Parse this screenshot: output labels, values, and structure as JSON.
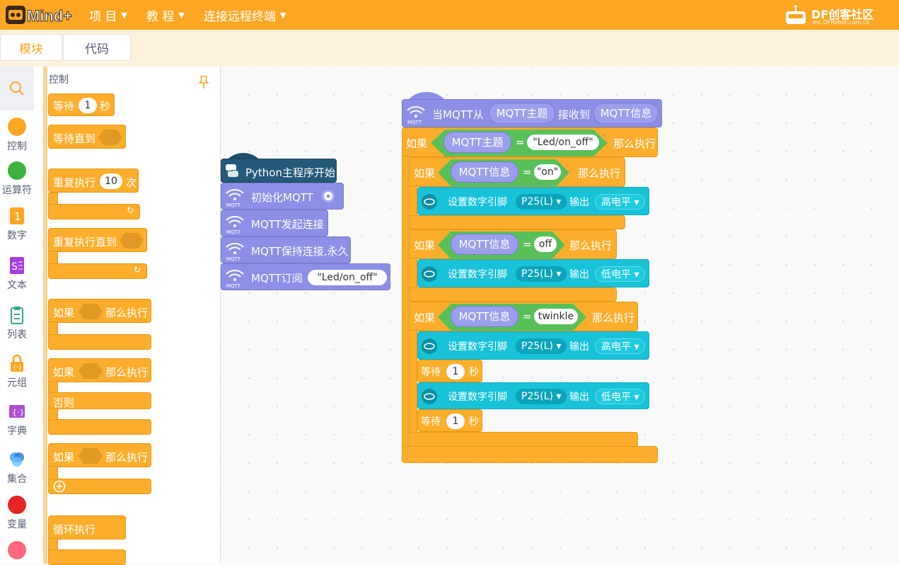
{
  "topbar": {
    "logo_text": "Mind+",
    "menu": [
      {
        "label": "项 目"
      },
      {
        "label": "教 程"
      },
      {
        "label": "连接远程终端"
      }
    ],
    "brand": {
      "name": "DF创客社区",
      "url": "mc.DFRobot.com.cn"
    }
  },
  "tabs": [
    {
      "label": "模块"
    },
    {
      "label": "代码"
    }
  ],
  "categories": [
    {
      "label": "控制",
      "color": "#fca623"
    },
    {
      "label": "运算符",
      "color": "#3cb33c"
    },
    {
      "label": "数字",
      "color": "#fca623"
    },
    {
      "label": "文本",
      "color": "#a43cde"
    },
    {
      "label": "列表",
      "color": "#2eaa8e"
    },
    {
      "label": "元组",
      "color": "#fca623"
    },
    {
      "label": "字典",
      "color": "#b04fd0"
    },
    {
      "label": "集合",
      "color": "#45a0f0"
    },
    {
      "label": "变量",
      "color": "#e52424"
    },
    {
      "label": "",
      "color": "#ff6680"
    }
  ],
  "palette": {
    "title": "控制",
    "blocks": {
      "wait": {
        "label": "等待",
        "value": "1",
        "unit": "秒"
      },
      "wait_until": {
        "label": "等待直到"
      },
      "repeat": {
        "label": "重复执行",
        "value": "10",
        "unit": "次"
      },
      "repeat_until": {
        "label": "重复执行直到"
      },
      "if1": {
        "label": "如果",
        "then": "那么执行"
      },
      "if2": {
        "label": "如果",
        "then": "那么执行",
        "else": "否则"
      },
      "if3": {
        "label": "如果",
        "then": "那么执行"
      },
      "forever": {
        "label": "循环执行"
      }
    }
  },
  "workspace": {
    "main_script": {
      "hat": "Python主程序开始",
      "init": "初始化MQTT",
      "connect": "MQTT发起连接",
      "keep": "MQTT保持连接,永久",
      "subscribe": "MQTT订阅",
      "subscribe_topic": "\"Led/on_off\"",
      "mqtt_tag": "MQTT"
    },
    "event_script": {
      "hat_prefix": "当MQTT从",
      "hat_topic": "MQTT主题",
      "hat_mid": "接收到",
      "hat_msg": "MQTT信息",
      "if_label": "如果",
      "then_label": "那么执行",
      "eq": "=",
      "outer_topic": "MQTT主题",
      "outer_value": "\"Led/on_off\"",
      "msg_var": "MQTT信息",
      "cond_on": "\"on\"",
      "cond_off": "off",
      "cond_twinkle": "twinkle",
      "set_pin": "设置数字引脚",
      "pin": "P25(L)",
      "output": "输出",
      "high": "高电平",
      "low": "低电平",
      "wait": "等待",
      "wait_val": "1",
      "sec": "秒"
    }
  }
}
